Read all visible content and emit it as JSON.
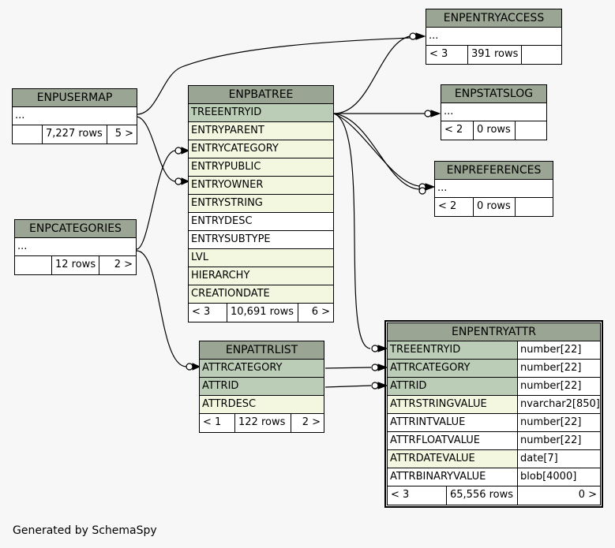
{
  "credit": "Generated by SchemaSpy",
  "tables": {
    "enpentryaccess": {
      "name": "ENPENTRYACCESS",
      "ellipsis": "...",
      "parents": "< 3",
      "rows": "391 rows",
      "children": ""
    },
    "enpstatslog": {
      "name": "ENPSTATSLOG",
      "ellipsis": "...",
      "parents": "< 2",
      "rows": "0 rows",
      "children": ""
    },
    "enppreferences": {
      "name": "ENPREFERENCES",
      "ellipsis": "...",
      "parents": "< 2",
      "rows": "0 rows",
      "children": ""
    },
    "enpusermap": {
      "name": "ENPUSERMAP",
      "ellipsis": "...",
      "parents": "",
      "rows": "7,227 rows",
      "children": "5 >"
    },
    "enpcategories": {
      "name": "ENPCATEGORIES",
      "ellipsis": "...",
      "parents": "",
      "rows": "12 rows",
      "children": "2 >"
    },
    "enpbatree": {
      "name": "ENPBATREE",
      "columns": [
        "TREEENTRYID",
        "ENTRYPARENT",
        "ENTRYCATEGORY",
        "ENTRYPUBLIC",
        "ENTRYOWNER",
        "ENTRYSTRING",
        "ENTRYDESC",
        "ENTRYSUBTYPE",
        "LVL",
        "HIERARCHY",
        "CREATIONDATE"
      ],
      "parents": "< 3",
      "rows": "10,691 rows",
      "children": "6 >"
    },
    "enpattrlist": {
      "name": "ENPATTRLIST",
      "columns": [
        "ATTRCATEGORY",
        "ATTRID",
        "ATTRDESC"
      ],
      "parents": "< 1",
      "rows": "122 rows",
      "children": "2 >"
    },
    "enpentryattr": {
      "name": "ENPENTRYATTR",
      "columns": [
        {
          "name": "TREEENTRYID",
          "type": "number[22]"
        },
        {
          "name": "ATTRCATEGORY",
          "type": "number[22]"
        },
        {
          "name": "ATTRID",
          "type": "number[22]"
        },
        {
          "name": "ATTRSTRINGVALUE",
          "type": "nvarchar2[850]"
        },
        {
          "name": "ATTRINTVALUE",
          "type": "number[22]"
        },
        {
          "name": "ATTRFLOATVALUE",
          "type": "number[22]"
        },
        {
          "name": "ATTRDATEVALUE",
          "type": "date[7]"
        },
        {
          "name": "ATTRBINARYVALUE",
          "type": "blob[4000]"
        }
      ],
      "parents": "< 3",
      "rows": "65,556 rows",
      "children": "0 >"
    }
  }
}
